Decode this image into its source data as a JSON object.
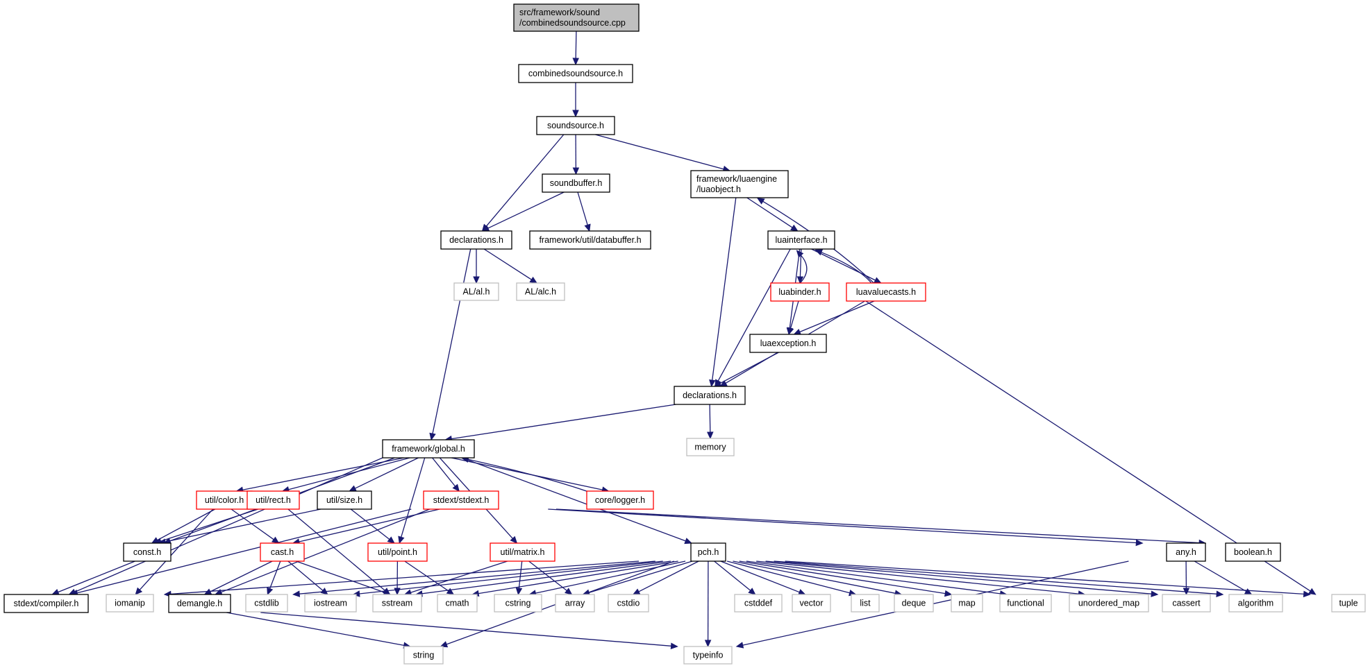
{
  "colors": {
    "edge": "#191970",
    "box_black": "#000000",
    "box_red": "#ff0000",
    "box_gray": "#bfbfbf",
    "root_fill": "#bfbfbf"
  },
  "nodes": {
    "root": {
      "lines": [
        "src/framework/sound",
        "/combinedsoundsource.cpp"
      ],
      "kind": "root"
    },
    "combinedsoundsource": {
      "lines": [
        "combinedsoundsource.h"
      ],
      "kind": "black"
    },
    "soundsource": {
      "lines": [
        "soundsource.h"
      ],
      "kind": "black"
    },
    "soundbuffer": {
      "lines": [
        "soundbuffer.h"
      ],
      "kind": "black"
    },
    "luaobject": {
      "lines": [
        "framework/luaengine",
        "/luaobject.h"
      ],
      "kind": "black"
    },
    "declarations_sound": {
      "lines": [
        "declarations.h"
      ],
      "kind": "black"
    },
    "databuffer": {
      "lines": [
        "framework/util/databuffer.h"
      ],
      "kind": "black"
    },
    "luainterface": {
      "lines": [
        "luainterface.h"
      ],
      "kind": "black"
    },
    "al": {
      "lines": [
        "AL/al.h"
      ],
      "kind": "gray"
    },
    "alc": {
      "lines": [
        "AL/alc.h"
      ],
      "kind": "gray"
    },
    "luabinder": {
      "lines": [
        "luabinder.h"
      ],
      "kind": "red"
    },
    "luavaluecasts": {
      "lines": [
        "luavaluecasts.h"
      ],
      "kind": "red"
    },
    "luaexception": {
      "lines": [
        "luaexception.h"
      ],
      "kind": "black"
    },
    "declarations_lua": {
      "lines": [
        "declarations.h"
      ],
      "kind": "black"
    },
    "memory": {
      "lines": [
        "memory"
      ],
      "kind": "gray"
    },
    "global": {
      "lines": [
        "framework/global.h"
      ],
      "kind": "black"
    },
    "color": {
      "lines": [
        "util/color.h"
      ],
      "kind": "red"
    },
    "rect": {
      "lines": [
        "util/rect.h"
      ],
      "kind": "red"
    },
    "size": {
      "lines": [
        "util/size.h"
      ],
      "kind": "black"
    },
    "stdext": {
      "lines": [
        "stdext/stdext.h"
      ],
      "kind": "red"
    },
    "logger": {
      "lines": [
        "core/logger.h"
      ],
      "kind": "red"
    },
    "const": {
      "lines": [
        "const.h"
      ],
      "kind": "black"
    },
    "cast": {
      "lines": [
        "cast.h"
      ],
      "kind": "red"
    },
    "point": {
      "lines": [
        "util/point.h"
      ],
      "kind": "red"
    },
    "matrix": {
      "lines": [
        "util/matrix.h"
      ],
      "kind": "red"
    },
    "pch": {
      "lines": [
        "pch.h"
      ],
      "kind": "black"
    },
    "any": {
      "lines": [
        "any.h"
      ],
      "kind": "black"
    },
    "boolean": {
      "lines": [
        "boolean.h"
      ],
      "kind": "black"
    },
    "compiler": {
      "lines": [
        "stdext/compiler.h"
      ],
      "kind": "black"
    },
    "iomanip": {
      "lines": [
        "iomanip"
      ],
      "kind": "gray"
    },
    "demangle": {
      "lines": [
        "demangle.h"
      ],
      "kind": "black"
    },
    "cstdlib": {
      "lines": [
        "cstdlib"
      ],
      "kind": "gray"
    },
    "iostream": {
      "lines": [
        "iostream"
      ],
      "kind": "gray"
    },
    "sstream": {
      "lines": [
        "sstream"
      ],
      "kind": "gray"
    },
    "cmath": {
      "lines": [
        "cmath"
      ],
      "kind": "gray"
    },
    "cstring": {
      "lines": [
        "cstring"
      ],
      "kind": "gray"
    },
    "array": {
      "lines": [
        "array"
      ],
      "kind": "gray"
    },
    "cstdio": {
      "lines": [
        "cstdio"
      ],
      "kind": "gray"
    },
    "cstddef": {
      "lines": [
        "cstddef"
      ],
      "kind": "gray"
    },
    "vector": {
      "lines": [
        "vector"
      ],
      "kind": "gray"
    },
    "list": {
      "lines": [
        "list"
      ],
      "kind": "gray"
    },
    "deque": {
      "lines": [
        "deque"
      ],
      "kind": "gray"
    },
    "map": {
      "lines": [
        "map"
      ],
      "kind": "gray"
    },
    "functional": {
      "lines": [
        "functional"
      ],
      "kind": "gray"
    },
    "unordered_map": {
      "lines": [
        "unordered_map"
      ],
      "kind": "gray"
    },
    "cassert": {
      "lines": [
        "cassert"
      ],
      "kind": "gray"
    },
    "algorithm": {
      "lines": [
        "algorithm"
      ],
      "kind": "gray"
    },
    "tuple": {
      "lines": [
        "tuple"
      ],
      "kind": "gray"
    },
    "string": {
      "lines": [
        "string"
      ],
      "kind": "gray"
    },
    "typeinfo": {
      "lines": [
        "typeinfo"
      ],
      "kind": "gray"
    }
  },
  "edges": [
    [
      "root",
      "combinedsoundsource"
    ],
    [
      "combinedsoundsource",
      "soundsource"
    ],
    [
      "soundsource",
      "soundbuffer"
    ],
    [
      "soundsource",
      "declarations_sound"
    ],
    [
      "soundsource",
      "luaobject"
    ],
    [
      "soundbuffer",
      "declarations_sound"
    ],
    [
      "soundbuffer",
      "databuffer"
    ],
    [
      "declarations_sound",
      "al"
    ],
    [
      "declarations_sound",
      "alc"
    ],
    [
      "declarations_sound",
      "global"
    ],
    [
      "luaobject",
      "luainterface"
    ],
    [
      "luaobject",
      "declarations_lua"
    ],
    [
      "luainterface",
      "luabinder"
    ],
    [
      "luainterface",
      "luavaluecasts"
    ],
    [
      "luainterface",
      "luaexception"
    ],
    [
      "luainterface",
      "declarations_lua"
    ],
    [
      "luabinder",
      "luainterface"
    ],
    [
      "luabinder",
      "luaexception"
    ],
    [
      "luabinder",
      "tuple"
    ],
    [
      "luavaluecasts",
      "luainterface"
    ],
    [
      "luavaluecasts",
      "luaobject"
    ],
    [
      "luavaluecasts",
      "luaexception"
    ],
    [
      "luavaluecasts",
      "declarations_lua"
    ],
    [
      "luaexception",
      "declarations_lua"
    ],
    [
      "declarations_lua",
      "memory"
    ],
    [
      "declarations_lua",
      "global"
    ],
    [
      "global",
      "color"
    ],
    [
      "global",
      "rect"
    ],
    [
      "global",
      "size"
    ],
    [
      "global",
      "stdext"
    ],
    [
      "global",
      "logger"
    ],
    [
      "global",
      "const"
    ],
    [
      "global",
      "compiler"
    ],
    [
      "global",
      "point"
    ],
    [
      "global",
      "matrix"
    ],
    [
      "global",
      "pch"
    ],
    [
      "logger",
      "global"
    ],
    [
      "color",
      "const"
    ],
    [
      "color",
      "cast"
    ],
    [
      "color",
      "iomanip"
    ],
    [
      "rect",
      "const"
    ],
    [
      "rect",
      "sstream"
    ],
    [
      "size",
      "const"
    ],
    [
      "size",
      "point"
    ],
    [
      "stdext",
      "compiler"
    ],
    [
      "stdext",
      "cast"
    ],
    [
      "stdext",
      "any"
    ],
    [
      "stdext",
      "boolean"
    ],
    [
      "stdext",
      "demangle"
    ],
    [
      "const",
      "compiler"
    ],
    [
      "cast",
      "demangle"
    ],
    [
      "cast",
      "cstdlib"
    ],
    [
      "cast",
      "iostream"
    ],
    [
      "cast",
      "sstream"
    ],
    [
      "point",
      "sstream"
    ],
    [
      "point",
      "cmath"
    ],
    [
      "matrix",
      "sstream"
    ],
    [
      "matrix",
      "cstring"
    ],
    [
      "matrix",
      "array"
    ],
    [
      "pch",
      "iomanip"
    ],
    [
      "pch",
      "cstdlib"
    ],
    [
      "pch",
      "iostream"
    ],
    [
      "pch",
      "sstream"
    ],
    [
      "pch",
      "cmath"
    ],
    [
      "pch",
      "cstring"
    ],
    [
      "pch",
      "array"
    ],
    [
      "pch",
      "cstdio"
    ],
    [
      "pch",
      "cstddef"
    ],
    [
      "pch",
      "vector"
    ],
    [
      "pch",
      "list"
    ],
    [
      "pch",
      "deque"
    ],
    [
      "pch",
      "map"
    ],
    [
      "pch",
      "functional"
    ],
    [
      "pch",
      "unordered_map"
    ],
    [
      "pch",
      "cassert"
    ],
    [
      "pch",
      "algorithm"
    ],
    [
      "pch",
      "tuple"
    ],
    [
      "pch",
      "typeinfo"
    ],
    [
      "pch",
      "string"
    ],
    [
      "any",
      "cassert"
    ],
    [
      "any",
      "algorithm"
    ],
    [
      "any",
      "typeinfo"
    ],
    [
      "demangle",
      "string"
    ],
    [
      "demangle",
      "typeinfo"
    ]
  ]
}
